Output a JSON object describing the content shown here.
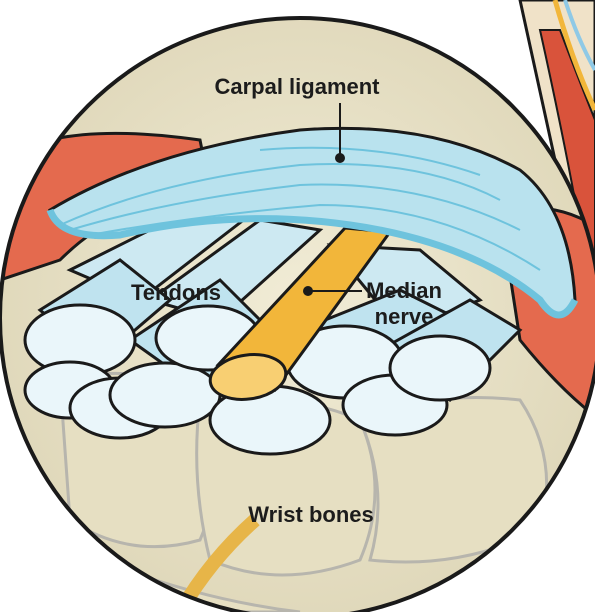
{
  "labels": {
    "carpal_ligament": "Carpal ligament",
    "tendons": "Tendons",
    "median_nerve_line1": "Median",
    "median_nerve_line2": "nerve",
    "wrist_bones": "Wrist bones"
  },
  "colors": {
    "background_bone": "#ece6cc",
    "ligament": "#b9e2ee",
    "ligament_edge": "#6ec3dd",
    "muscle": "#e46a4e",
    "tendon": "#cde9f2",
    "tendon_end": "#eaf6fa",
    "nerve": "#f2b63a",
    "outline": "#1a1a1a"
  }
}
